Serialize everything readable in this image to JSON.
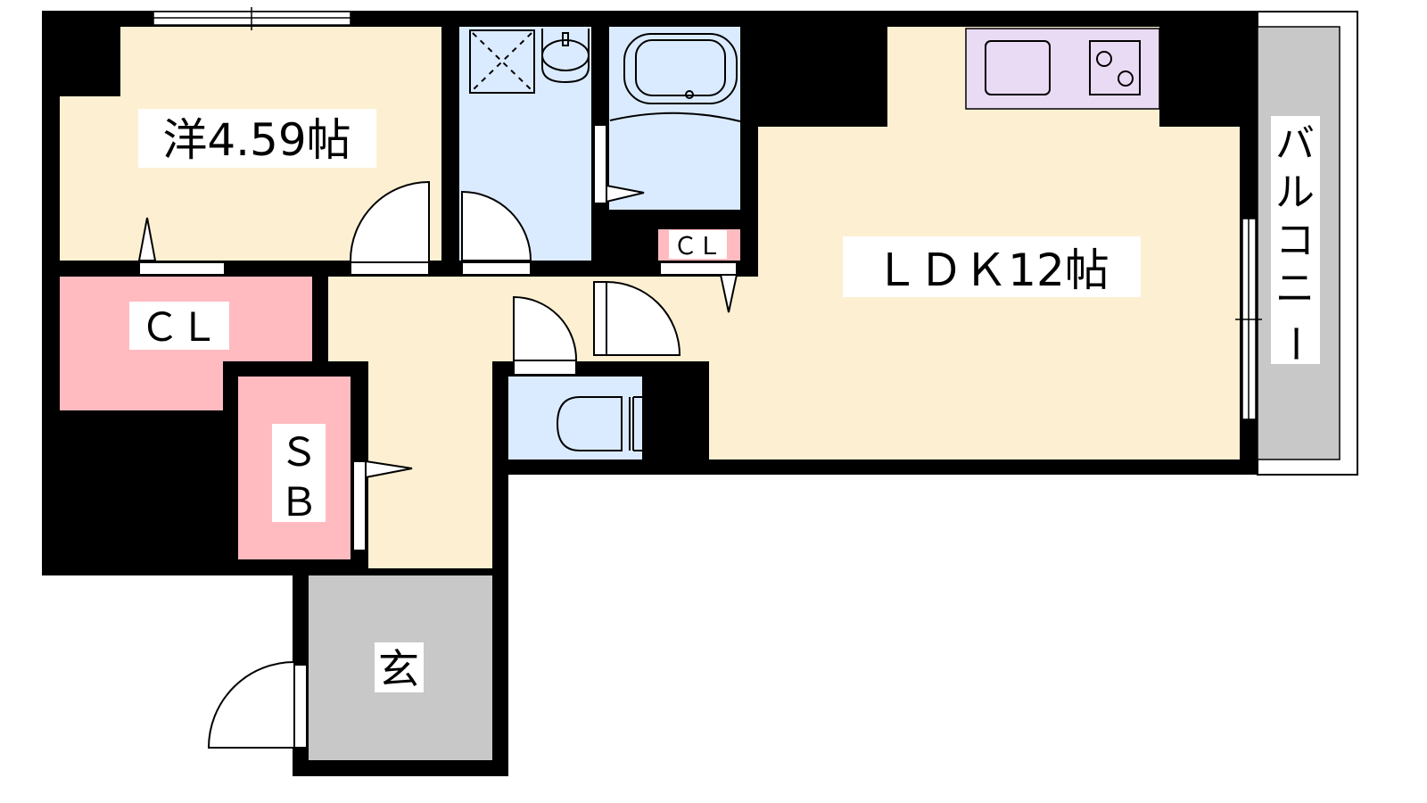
{
  "colors": {
    "wall": "#000000",
    "living": "#FDF0D2",
    "wet_area": "#DBEBFF",
    "closet": "#FFBBC0",
    "entrance": "#C8C8C8",
    "kitchen": "#EADBF5",
    "balcony": "#C8C8C8"
  },
  "rooms": {
    "western_room": "洋4.59帖",
    "closet_large": "ＣＬ",
    "storage_s": "Ｓ",
    "storage_b": "Ｂ",
    "entrance": "玄",
    "ldk": "ＬＤＫ12帖",
    "closet_small": "ＣＬ",
    "balcony": [
      "バ",
      "ル",
      "コ",
      "ニ",
      "ー"
    ]
  }
}
